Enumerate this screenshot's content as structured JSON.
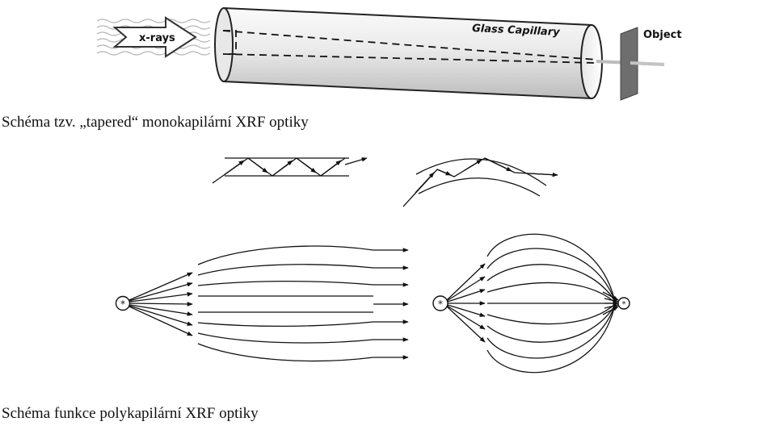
{
  "mono_diagram": {
    "source_label": "x-rays",
    "capillary_label": "Glass Capillary",
    "target_label": "Object"
  },
  "captions": {
    "monocapillary": "Schéma tzv. „tapered“ monokapilární XRF optiky",
    "polycapillary": "Schéma funkce polykapilární XRF optiky"
  },
  "poly_diagram": {
    "source_symbol": "*",
    "focus_symbol": "*"
  },
  "colors": {
    "ink": "#111111",
    "tube_light": "#f2f2f2",
    "tube_dark": "#bdbdbd",
    "plate": "#6e6e6e"
  }
}
